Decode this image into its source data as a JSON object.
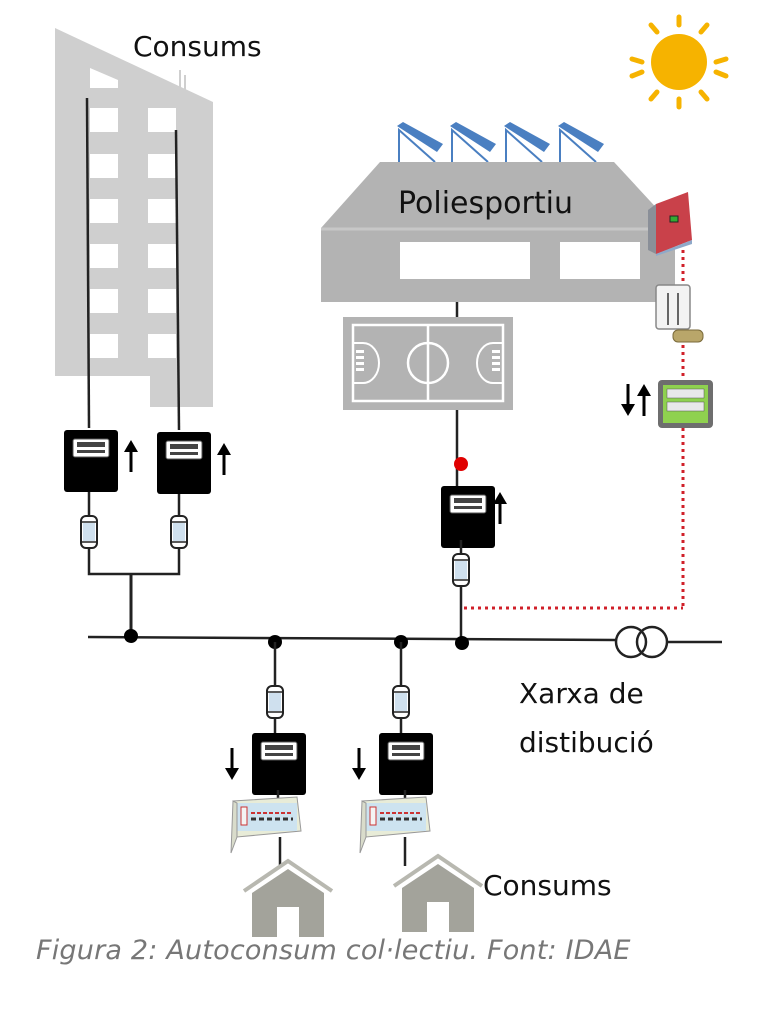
{
  "labels": {
    "building_consumers": "Consums",
    "sports_center": "Poliesportiu",
    "grid": [
      "Xarxa de",
      "distibució"
    ],
    "house_consumers": "Consums"
  },
  "caption": "Figura 2: Autoconsum col·lectiu. Font: IDAE",
  "colors": {
    "building_gray": "#cfcfcf",
    "sports_center_gray": "#b3b3b3",
    "solar_panel_blue": "#4a7fc1",
    "sun_yellow": "#f6b300",
    "inverter_red": "#c9414a",
    "generation_line_red": "#d0202a",
    "meter_black": "#000000",
    "house_gray": "#a3a39b",
    "bidirectional_meter_green": "#8fd14f"
  },
  "meters": {
    "building_meters": [
      {
        "flow": "up"
      },
      {
        "flow": "up"
      }
    ],
    "sports_center_meter": {
      "flow": "up"
    },
    "house_meters": [
      {
        "flow": "down"
      },
      {
        "flow": "down"
      }
    ],
    "generation_meter": {
      "flow": "bidirectional"
    }
  }
}
